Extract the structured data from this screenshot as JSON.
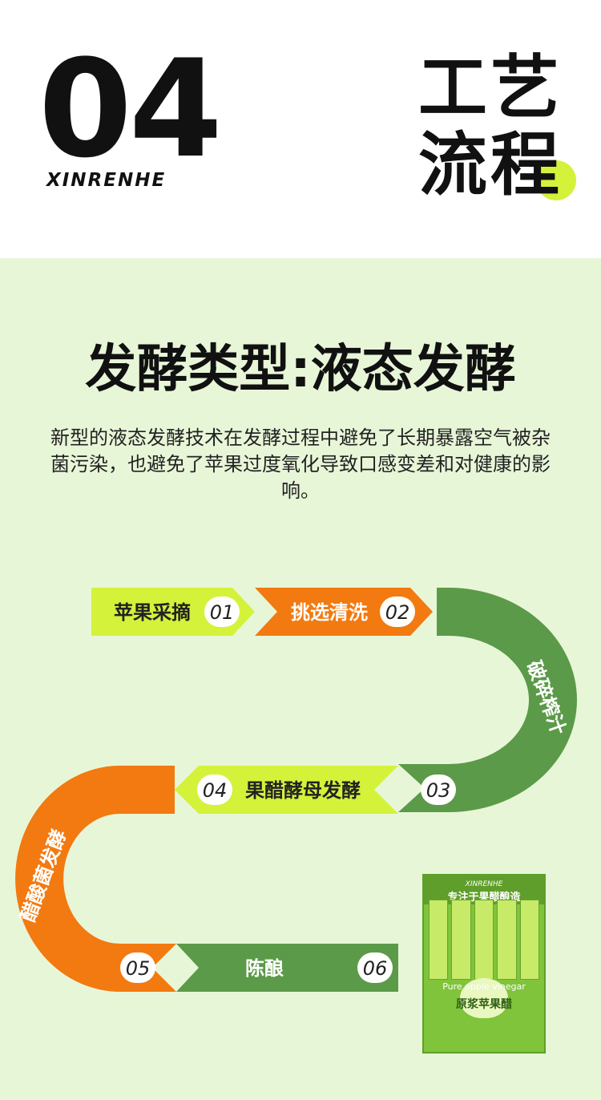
{
  "header": {
    "number": "04",
    "brand": "XINRENHE",
    "title_line1": "工艺",
    "title_line2": "流程"
  },
  "main": {
    "heading": "发酵类型:液态发酵",
    "description": "新型的液态发酵技术在发酵过程中避免了长期暴露空气被杂菌污染，也避免了苹果过度氧化导致口感变差和对健康的影响。"
  },
  "process": {
    "steps": [
      {
        "label": "苹果采摘",
        "num": "01"
      },
      {
        "label": "挑选清洗",
        "num": "02"
      },
      {
        "label": "破碎榨汁",
        "num": "03"
      },
      {
        "label": "果醋酵母发酵",
        "num": "04"
      },
      {
        "label": "醋酸菌发酵",
        "num": "05"
      },
      {
        "label": "陈酿",
        "num": "06"
      }
    ]
  },
  "product": {
    "brand": "XINRENHE",
    "slogan": "专注于果醋酿造",
    "name_en": "Pure apple vinegar",
    "name_cn": "原浆苹果醋"
  },
  "colors": {
    "lime": "#d4f23a",
    "orange": "#f27a10",
    "green": "#5b9a48",
    "background": "#e8f6d8"
  }
}
